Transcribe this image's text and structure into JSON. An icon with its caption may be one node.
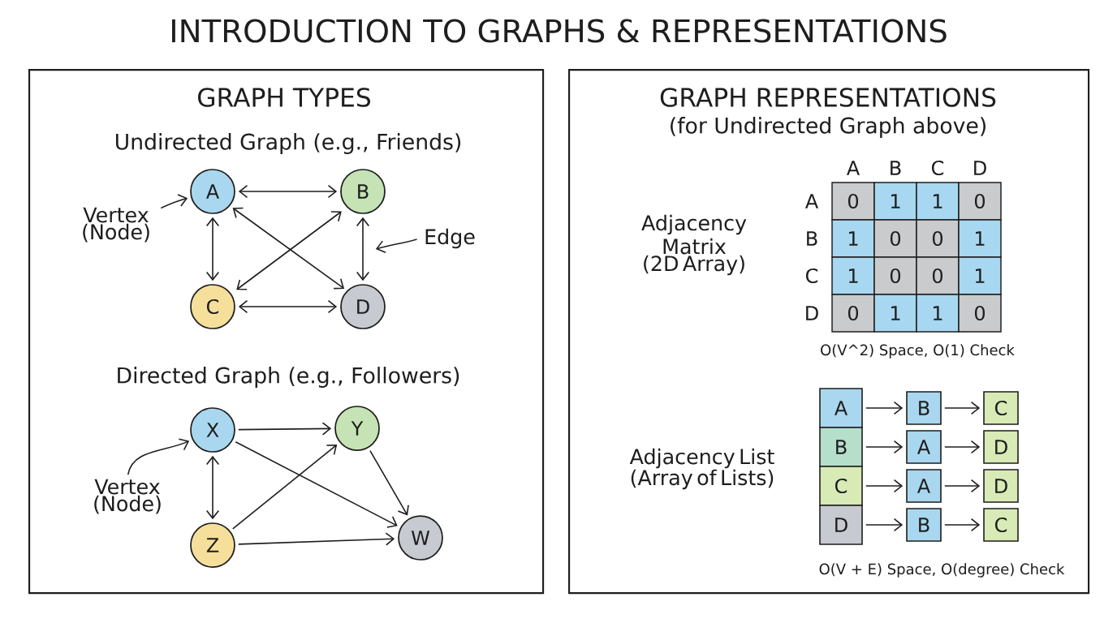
{
  "diagram": {
    "title": "INTRODUCTION TO GRAPHS & REPRESENTATIONS",
    "nodes": [
      {
        "text": [
          "GRAPH TYPES"
        ]
      },
      {
        "text": [
          "A"
        ],
        "in": 0
      },
      {
        "text": [
          "B"
        ],
        "in": 0
      },
      {
        "text": [
          "Vertex (Node)"
        ],
        "in": 0
      },
      {
        "text": [
          "Edge"
        ],
        "in": 0
      },
      {
        "text": [
          "C"
        ],
        "in": 0
      },
      {
        "text": [
          "D"
        ],
        "in": 0
      },
      {
        "text": [
          "X"
        ],
        "in": 0
      },
      {
        "text": [
          "Y"
        ],
        "in": 0
      },
      {
        "text": [
          "Vertex (Node)"
        ],
        "in": 0
      },
      {
        "text": [
          "Z"
        ],
        "in": 0
      },
      {
        "text": [
          "W"
        ],
        "in": 0
      },
      {
        "text": [
          "GRAPH REPRESENTATIONS",
          "(for Undirected Graph above)"
        ]
      },
      {
        "text": [
          "A"
        ],
        "in": 12
      },
      {
        "text": [
          "B"
        ],
        "in": 12
      },
      {
        "text": [
          "C"
        ],
        "in": 12
      },
      {
        "text": [
          "B"
        ],
        "in": 12
      },
      {
        "text": [
          "A"
        ],
        "in": 12
      },
      {
        "text": [
          "D"
        ],
        "in": 12
      },
      {
        "text": [
          "C"
        ],
        "in": 12
      },
      {
        "text": [
          "A"
        ],
        "in": 12
      },
      {
        "text": [
          "D"
        ],
        "in": 12
      },
      {
        "text": [
          "D"
        ],
        "in": 12
      },
      {
        "text": [
          "B"
        ],
        "in": 12
      },
      {
        "text": [
          "C"
        ],
        "in": 12
      }
    ],
    "edges": [
      {
        "from": 1,
        "to": 2,
        "arrow": "both"
      },
      {
        "from": 1,
        "to": 5,
        "arrow": "both"
      },
      {
        "from": 1,
        "to": 6,
        "arrow": "both"
      },
      {
        "from": 2,
        "to": 5,
        "arrow": "both"
      },
      {
        "from": 2,
        "to": 6,
        "arrow": "both"
      },
      {
        "from": 5,
        "to": 6,
        "arrow": "both"
      },
      {
        "from": 3,
        "to": 1,
        "arrow": "to"
      },
      {
        "from": 4,
        "to": null,
        "arrow": "to"
      },
      {
        "from": 7,
        "to": 8,
        "arrow": "to"
      },
      {
        "from": 7,
        "to": 10,
        "arrow": "both"
      },
      {
        "from": 7,
        "to": 11,
        "arrow": "to"
      },
      {
        "from": 10,
        "to": 8,
        "arrow": "to"
      },
      {
        "from": 10,
        "to": 11,
        "arrow": "to"
      },
      {
        "from": 8,
        "to": 11,
        "arrow": "to"
      },
      {
        "from": 9,
        "to": 7,
        "arrow": "to"
      },
      {
        "from": 13,
        "to": 14,
        "arrow": "to"
      },
      {
        "from": 14,
        "to": 15,
        "arrow": "to"
      },
      {
        "from": 16,
        "to": 17,
        "arrow": "to"
      },
      {
        "from": 17,
        "to": 18,
        "arrow": "to"
      },
      {
        "from": 19,
        "to": 20,
        "arrow": "to"
      },
      {
        "from": 20,
        "to": 21,
        "arrow": "to"
      },
      {
        "from": 22,
        "to": 23,
        "arrow": "to"
      },
      {
        "from": 23,
        "to": 24,
        "arrow": "to"
      }
    ],
    "labels": [
      "Undirected Graph (e.g., Friends)",
      "Directed Graph (e.g., Followers)",
      "Adjacency Matrix (2D Array)",
      "A",
      "B",
      "C",
      "D",
      "A",
      "0",
      "1",
      "1",
      "0",
      "B",
      "1",
      "0",
      "0",
      "1",
      "C",
      "1",
      "0",
      "0",
      "1",
      "D",
      "0",
      "1",
      "1",
      "0",
      "O(V^2) Space, O(1) Check",
      "Adjacency List (Array of Lists)",
      "O(V + E) Space, O(degree) Check"
    ]
  }
}
